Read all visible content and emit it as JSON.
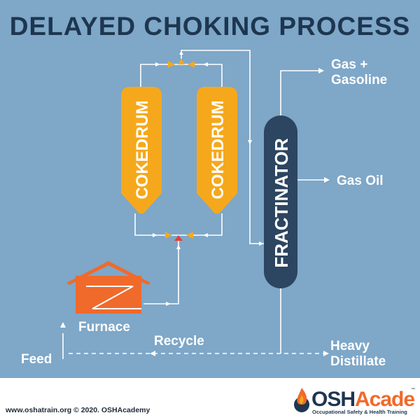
{
  "title": "DELAYED CHOKING PROCESS",
  "equipment": {
    "cokedrum_left": "COKEDRUM",
    "cokedrum_right": "COKEDRUM",
    "fractionator": "FRACTINATOR",
    "furnace": "Furnace"
  },
  "streams": {
    "gas_gasoline_line1": "Gas +",
    "gas_gasoline_line2": "Gasoline",
    "gas_oil": "Gas Oil",
    "heavy_distillate_line1": "Heavy",
    "heavy_distillate_line2": "Distillate",
    "recycle": "Recycle",
    "feed": "Feed"
  },
  "footer": {
    "copyright": "www.oshatrain.org © 2020. OSHAcademy",
    "logo_osh": "OSH",
    "logo_academy": "Academy",
    "logo_tagline": "Occupational Safety & Health Training",
    "logo_tm": "™"
  },
  "colors": {
    "background": "#7ea7c8",
    "title": "#1e3650",
    "cokedrum": "#f5a81c",
    "fractionator": "#2c4560",
    "furnace": "#f06a2b",
    "valve_orange": "#f5a81c",
    "valve_red": "#e0403a",
    "logo_orange": "#f06a2b"
  }
}
